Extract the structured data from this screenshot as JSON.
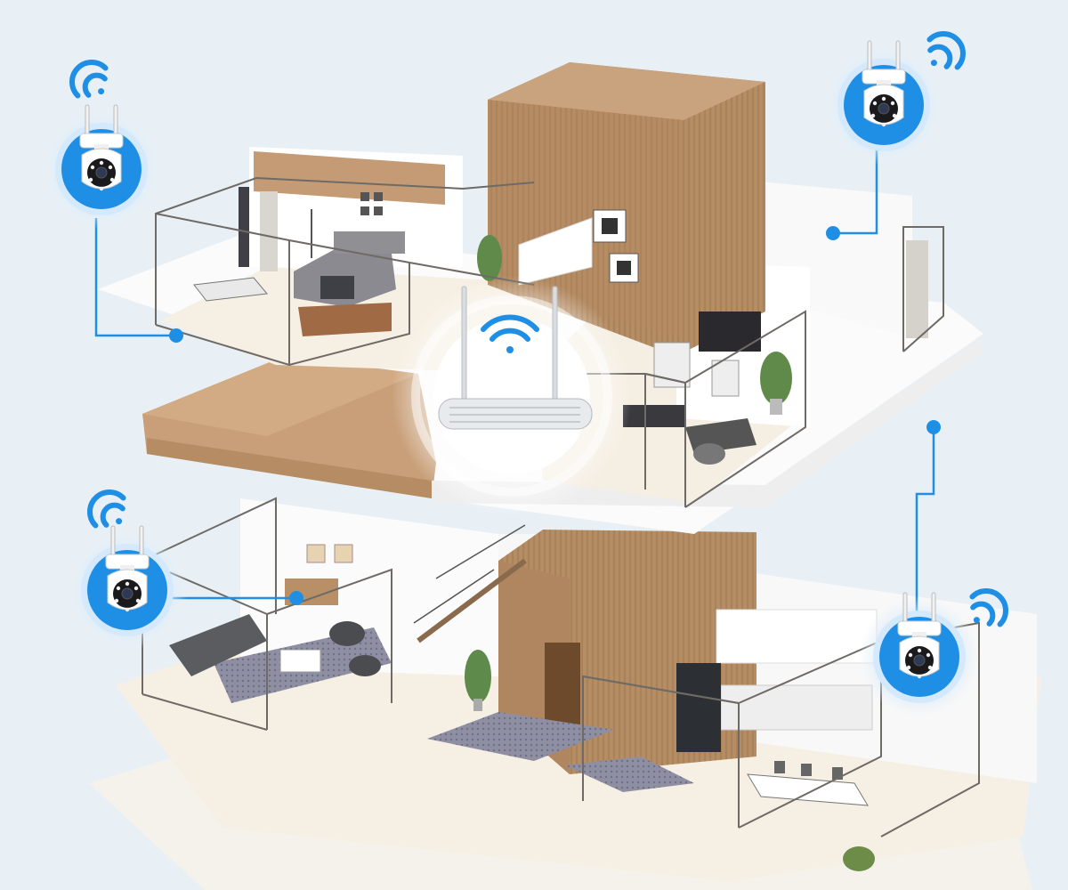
{
  "scene": {
    "description_free": true,
    "colors": {
      "background": "#e9f0f5",
      "floor": "#f4efe6",
      "wood": "#b98f66",
      "wood_dark": "#9c7550",
      "wall": "#fbfbfb",
      "glass_line": "#6e6a66",
      "accent_blue": "#1f8fe6",
      "glow_blue": "#bfe0fb",
      "connector_blue": "#1f8fe6"
    }
  },
  "router": {
    "icon": "wifi-router-icon",
    "signal_icon": "wifi-signal-icon"
  },
  "cameras": [
    {
      "id": "top-left",
      "icon": "ptz-camera-icon",
      "signal_icon": "wifi-signal-icon"
    },
    {
      "id": "top-right",
      "icon": "ptz-camera-icon",
      "signal_icon": "wifi-signal-icon"
    },
    {
      "id": "bottom-left",
      "icon": "ptz-camera-icon",
      "signal_icon": "wifi-signal-icon"
    },
    {
      "id": "bottom-right",
      "icon": "ptz-camera-icon",
      "signal_icon": "wifi-signal-icon"
    }
  ]
}
